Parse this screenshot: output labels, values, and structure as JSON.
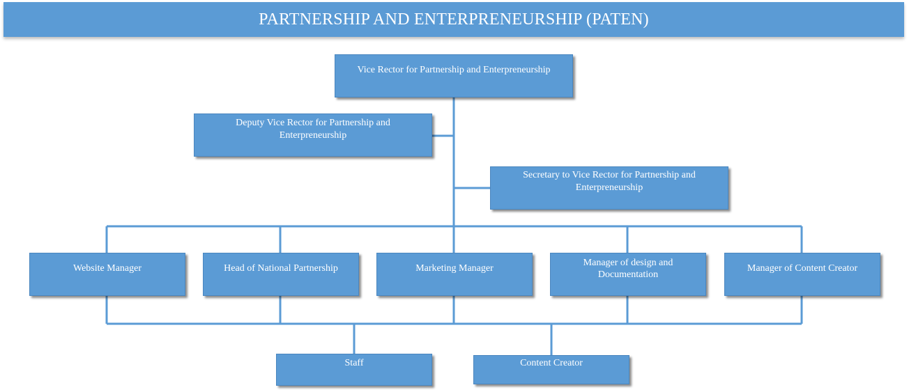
{
  "title": "PARTNERSHIP AND ENTERPRENEURSHIP (PATEN)",
  "colors": {
    "box_fill": "#5b9bd5",
    "connector": "#5b9bd5",
    "text": "#ffffff"
  },
  "nodes": {
    "vice_rector": "Vice Rector for Partnership and Enterpreneurship",
    "deputy_vice_rector": "Deputy Vice Rector for Partnership and Enterpreneurship",
    "secretary": "Secretary to Vice Rector for Partnership and Enterpreneurship",
    "website_manager": "Website Manager",
    "head_national_partnership": "Head of National Partnership",
    "marketing_manager": "Marketing Manager",
    "manager_design_documentation": "Manager of design and Documentation",
    "manager_content_creator": "Manager of Content Creator",
    "staff": "Staff",
    "content_creator": "Content Creator"
  },
  "edges": [
    [
      "vice_rector",
      "deputy_vice_rector"
    ],
    [
      "vice_rector",
      "secretary"
    ],
    [
      "vice_rector",
      "website_manager"
    ],
    [
      "vice_rector",
      "head_national_partnership"
    ],
    [
      "vice_rector",
      "marketing_manager"
    ],
    [
      "vice_rector",
      "manager_design_documentation"
    ],
    [
      "vice_rector",
      "manager_content_creator"
    ],
    [
      "website_manager",
      "staff"
    ],
    [
      "head_national_partnership",
      "staff"
    ],
    [
      "marketing_manager",
      "staff"
    ],
    [
      "manager_design_documentation",
      "staff"
    ],
    [
      "manager_content_creator",
      "staff"
    ],
    [
      "website_manager",
      "content_creator"
    ],
    [
      "head_national_partnership",
      "content_creator"
    ],
    [
      "marketing_manager",
      "content_creator"
    ],
    [
      "manager_design_documentation",
      "content_creator"
    ],
    [
      "manager_content_creator",
      "content_creator"
    ]
  ]
}
